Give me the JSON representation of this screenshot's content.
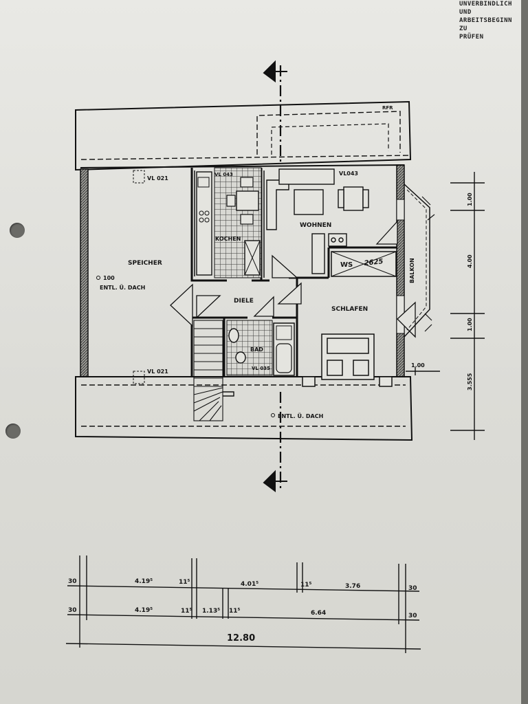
{
  "header_note": [
    "UNVERBINDLICH UND",
    "ARBEITSBEGINN ZU",
    "PRÜFEN"
  ],
  "rooms": {
    "speicher": "SPEICHER",
    "wohnen": "WOHNEN",
    "kochen": "KOCHEN",
    "diele": "DIELE",
    "schlafen": "SCHLAFEN",
    "bad": "BAD",
    "balkon": "BALKON",
    "ws": "WS"
  },
  "labels": {
    "vl021_top": "VL 021",
    "vl021_bottom": "VL 021",
    "vl043_left": "VL 043",
    "vl043_right": "VL043",
    "vl035": "VL 035",
    "rfr": "RFR",
    "speicher_pipe": "100",
    "speicher_vent": "ENTL. Ü. DACH",
    "bottom_vent": "ENTL. Ü. DACH",
    "ws_handwritten": "2625"
  },
  "right_dimensions": [
    "1.00",
    "4.00",
    "1.00",
    "1.00",
    "3.555"
  ],
  "bottom_dimensions": {
    "row1": [
      "30",
      "4.19⁵",
      "11⁵",
      "4.01⁵",
      "11⁵",
      "3.76",
      "30"
    ],
    "row2": [
      "30",
      "4.19⁵",
      "11⁵",
      "1.13⁵",
      "11⁵",
      "6.64",
      "30"
    ],
    "total": "12.80"
  }
}
